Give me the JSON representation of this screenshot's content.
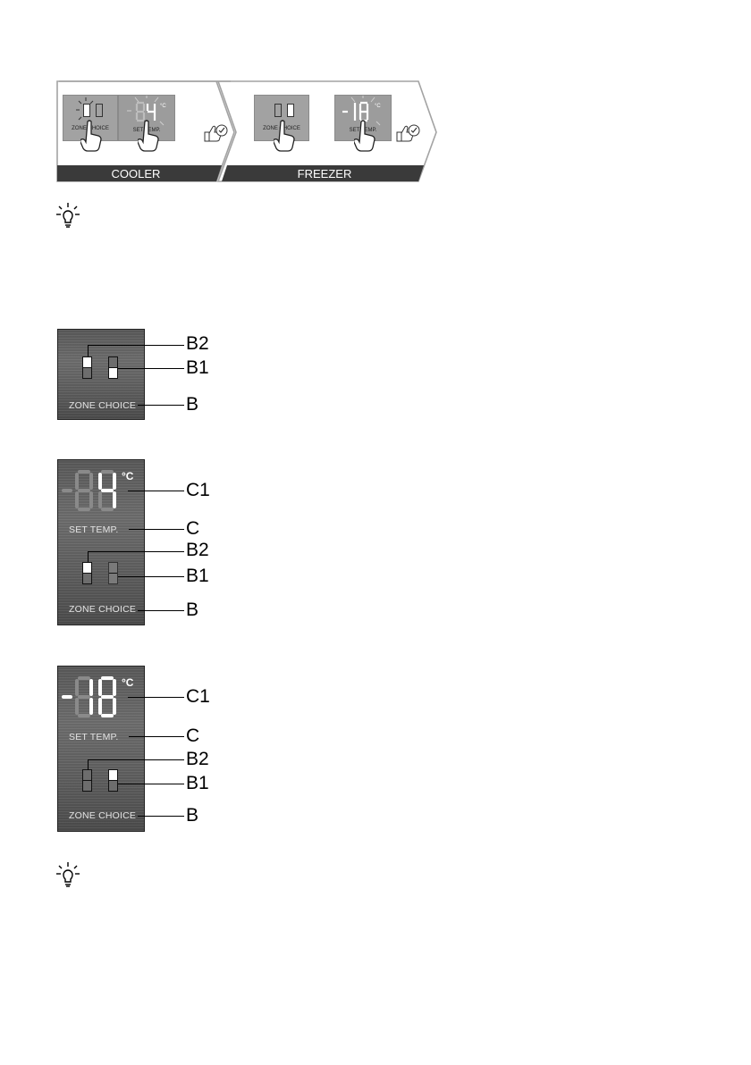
{
  "top_strip": {
    "screens": [
      {
        "label": "ZONE CHOICE"
      },
      {
        "label": "SET TEMP."
      },
      {
        "label": "ZONE CHOICE"
      },
      {
        "label": "SET TEMP."
      }
    ],
    "sections": [
      {
        "label": "COOLER"
      },
      {
        "label": "FREEZER"
      }
    ],
    "unit": "°C"
  },
  "icons": {
    "hint": "lightbulb-icon",
    "hand": "pointing-hand-icon",
    "confirm": "thumbs-up-check-icon"
  },
  "panel_1": {
    "zone_label": "ZONE CHOICE",
    "callouts": {
      "b2": "B2",
      "b1": "B1",
      "b": "B"
    }
  },
  "panel_2": {
    "unit": "°C",
    "set_temp_label": "SET TEMP.",
    "zone_label": "ZONE CHOICE",
    "callouts": {
      "c1": "C1",
      "c": "C",
      "b2": "B2",
      "b1": "B1",
      "b": "B"
    }
  },
  "panel_3": {
    "unit": "°C",
    "set_temp_label": "SET TEMP.",
    "zone_label": "ZONE CHOICE",
    "callouts": {
      "c1": "C1",
      "c": "C",
      "b2": "B2",
      "b1": "B1",
      "b": "B"
    }
  }
}
